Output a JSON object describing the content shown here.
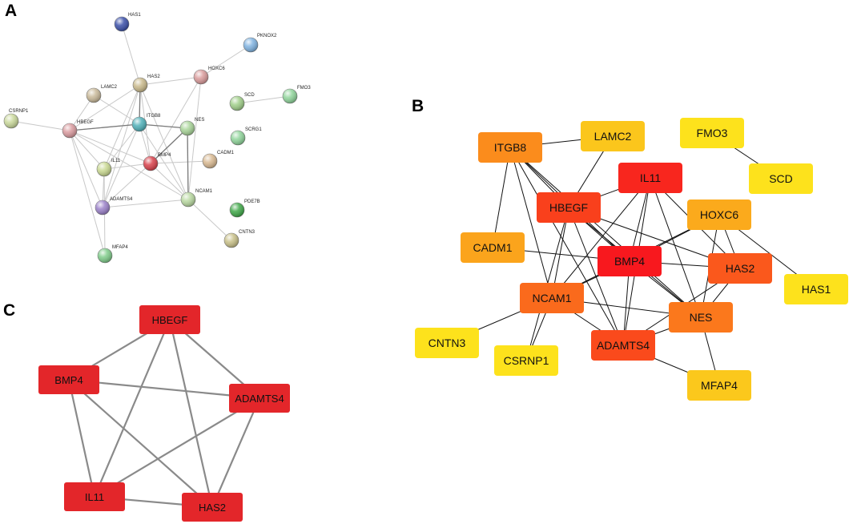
{
  "panels": [
    {
      "letter": "A",
      "nodes": [
        {
          "label": "HAS1",
          "color": "#3a4fa8"
        },
        {
          "label": "PKNOX2",
          "color": "#7fb2e0"
        },
        {
          "label": "HOXC6",
          "color": "#d99a9a"
        },
        {
          "label": "HAS2",
          "color": "#c8b88a"
        },
        {
          "label": "LAMC2",
          "color": "#c8b898"
        },
        {
          "label": "SCD",
          "color": "#9fce88"
        },
        {
          "label": "FMO3",
          "color": "#8fd49a"
        },
        {
          "label": "CSRNP1",
          "color": "#c9d89a"
        },
        {
          "label": "ITGB8",
          "color": "#4fb0b8"
        },
        {
          "label": "HBEGF",
          "color": "#d99a9e"
        },
        {
          "label": "NES",
          "color": "#a8d498"
        },
        {
          "label": "SCRG1",
          "color": "#8fd49a"
        },
        {
          "label": "CADM1",
          "color": "#d8b890"
        },
        {
          "label": "BMP4",
          "color": "#d8404a"
        },
        {
          "label": "IL11",
          "color": "#c8d890"
        },
        {
          "label": "NCAM1",
          "color": "#b8d8a0"
        },
        {
          "label": "ADAMTS4",
          "color": "#9a80c8"
        },
        {
          "label": "PDE7B",
          "color": "#3fa848"
        },
        {
          "label": "CNTN3",
          "color": "#c8c088"
        },
        {
          "label": "MFAP4",
          "color": "#7fcc8a"
        }
      ],
      "edges": [
        [
          "HAS1",
          "HAS2"
        ],
        [
          "PKNOX2",
          "HOXC6"
        ],
        [
          "SCD",
          "FMO3"
        ],
        [
          "LAMC2",
          "ITGB8"
        ],
        [
          "HAS2",
          "ITGB8"
        ],
        [
          "HBEGF",
          "ITGB8"
        ],
        [
          "ITGB8",
          "NES"
        ],
        [
          "HBEGF",
          "BMP4"
        ],
        [
          "HBEGF",
          "IL11"
        ],
        [
          "HBEGF",
          "NCAM1"
        ],
        [
          "HBEGF",
          "ADAMTS4"
        ],
        [
          "HBEGF",
          "HAS2"
        ],
        [
          "ITGB8",
          "BMP4"
        ],
        [
          "ITGB8",
          "NCAM1"
        ],
        [
          "ITGB8",
          "IL11"
        ],
        [
          "ITGB8",
          "ADAMTS4"
        ],
        [
          "BMP4",
          "NES"
        ],
        [
          "BMP4",
          "IL11"
        ],
        [
          "BMP4",
          "NCAM1"
        ],
        [
          "BMP4",
          "ADAMTS4"
        ],
        [
          "BMP4",
          "HAS2"
        ],
        [
          "BMP4",
          "HOXC6"
        ],
        [
          "BMP4",
          "CADM1"
        ],
        [
          "NES",
          "NCAM1"
        ],
        [
          "NCAM1",
          "CNTN3"
        ],
        [
          "NCAM1",
          "HAS2"
        ],
        [
          "IL11",
          "ADAMTS4"
        ],
        [
          "IL11",
          "HAS2"
        ],
        [
          "HOXC6",
          "HAS2"
        ],
        [
          "HOXC6",
          "NCAM1"
        ],
        [
          "LAMC2",
          "HBEGF"
        ],
        [
          "MFAP4",
          "IL11"
        ],
        [
          "MFAP4",
          "HBEGF"
        ],
        [
          "CSRNP1",
          "HBEGF"
        ],
        [
          "NCAM1",
          "ADAMTS4"
        ],
        [
          "HAS2",
          "ADAMTS4"
        ]
      ]
    },
    {
      "letter": "B",
      "nodes": [
        {
          "label": "ITGB8",
          "color": "#fb8c1c"
        },
        {
          "label": "LAMC2",
          "color": "#fbc61c"
        },
        {
          "label": "FMO3",
          "color": "#fde21c"
        },
        {
          "label": "SCD",
          "color": "#fde21c"
        },
        {
          "label": "IL11",
          "color": "#f8261e"
        },
        {
          "label": "HBEGF",
          "color": "#f9401c"
        },
        {
          "label": "HOXC6",
          "color": "#fbaa1c"
        },
        {
          "label": "CADM1",
          "color": "#fba41c"
        },
        {
          "label": "BMP4",
          "color": "#f8181e"
        },
        {
          "label": "HAS2",
          "color": "#fa581c"
        },
        {
          "label": "HAS1",
          "color": "#fde21c"
        },
        {
          "label": "NCAM1",
          "color": "#fa6a1c"
        },
        {
          "label": "NES",
          "color": "#fb781c"
        },
        {
          "label": "CNTN3",
          "color": "#fde21c"
        },
        {
          "label": "CSRNP1",
          "color": "#fde21c"
        },
        {
          "label": "ADAMTS4",
          "color": "#fa4a1c"
        },
        {
          "label": "MFAP4",
          "color": "#fbc81c"
        }
      ],
      "edges": [
        [
          "ITGB8",
          "LAMC2"
        ],
        [
          "ITGB8",
          "HBEGF"
        ],
        [
          "ITGB8",
          "BMP4"
        ],
        [
          "ITGB8",
          "CADM1"
        ],
        [
          "ITGB8",
          "NCAM1"
        ],
        [
          "ITGB8",
          "NES"
        ],
        [
          "ITGB8",
          "ADAMTS4"
        ],
        [
          "LAMC2",
          "HBEGF"
        ],
        [
          "FMO3",
          "SCD"
        ],
        [
          "IL11",
          "HBEGF"
        ],
        [
          "IL11",
          "BMP4"
        ],
        [
          "IL11",
          "NCAM1"
        ],
        [
          "IL11",
          "NES"
        ],
        [
          "IL11",
          "ADAMTS4"
        ],
        [
          "IL11",
          "HAS2"
        ],
        [
          "HBEGF",
          "BMP4"
        ],
        [
          "HBEGF",
          "NCAM1"
        ],
        [
          "HBEGF",
          "NES"
        ],
        [
          "HBEGF",
          "HAS2"
        ],
        [
          "HBEGF",
          "ADAMTS4"
        ],
        [
          "HBEGF",
          "CSRNP1"
        ],
        [
          "HOXC6",
          "BMP4"
        ],
        [
          "HOXC6",
          "HAS2"
        ],
        [
          "HOXC6",
          "NCAM1"
        ],
        [
          "HOXC6",
          "NES"
        ],
        [
          "HOXC6",
          "HAS1"
        ],
        [
          "CADM1",
          "BMP4"
        ],
        [
          "BMP4",
          "NCAM1"
        ],
        [
          "BMP4",
          "NES"
        ],
        [
          "BMP4",
          "ADAMTS4"
        ],
        [
          "BMP4",
          "HAS2"
        ],
        [
          "HAS2",
          "NES"
        ],
        [
          "HAS2",
          "ADAMTS4"
        ],
        [
          "NCAM1",
          "NES"
        ],
        [
          "NCAM1",
          "ADAMTS4"
        ],
        [
          "NCAM1",
          "CNTN3"
        ],
        [
          "NCAM1",
          "CSRNP1"
        ],
        [
          "NES",
          "ADAMTS4"
        ],
        [
          "NES",
          "MFAP4"
        ],
        [
          "ADAMTS4",
          "MFAP4"
        ]
      ]
    },
    {
      "letter": "C",
      "nodes": [
        {
          "label": "HBEGF",
          "color": "#e3262a"
        },
        {
          "label": "BMP4",
          "color": "#e3262a"
        },
        {
          "label": "ADAMTS4",
          "color": "#e3262a"
        },
        {
          "label": "IL11",
          "color": "#e3262a"
        },
        {
          "label": "HAS2",
          "color": "#e3262a"
        }
      ],
      "edges": [
        [
          "HBEGF",
          "BMP4"
        ],
        [
          "HBEGF",
          "ADAMTS4"
        ],
        [
          "HBEGF",
          "IL11"
        ],
        [
          "HBEGF",
          "HAS2"
        ],
        [
          "BMP4",
          "ADAMTS4"
        ],
        [
          "BMP4",
          "IL11"
        ],
        [
          "BMP4",
          "HAS2"
        ],
        [
          "ADAMTS4",
          "IL11"
        ],
        [
          "ADAMTS4",
          "HAS2"
        ],
        [
          "IL11",
          "HAS2"
        ]
      ]
    }
  ]
}
